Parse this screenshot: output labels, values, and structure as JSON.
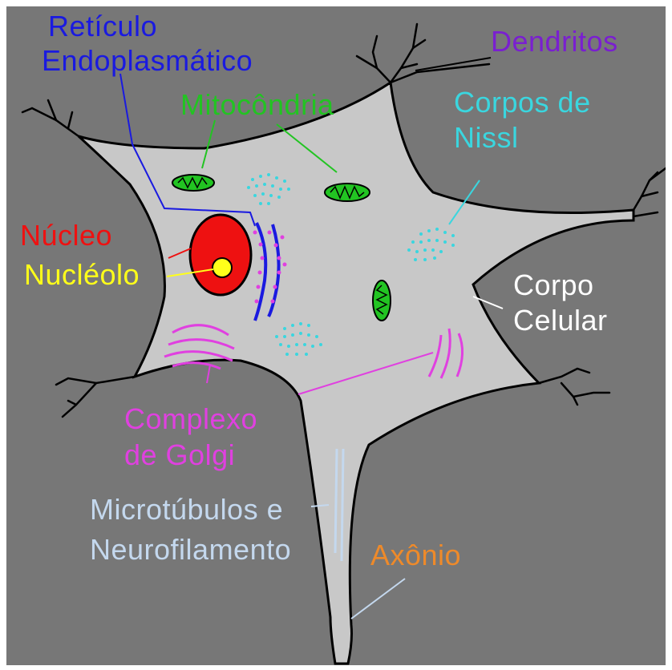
{
  "colors": {
    "background": "#777777",
    "cell_body": "#c8c8c8",
    "outline": "#000000",
    "reticulo": "#1a1ae0",
    "mitocondria": "#22c422",
    "dendritos": "#7a1fd0",
    "nissl": "#3ad6df",
    "nucleo": "#ee1111",
    "nucleolo": "#ffff1a",
    "corpo_celular": "#ffffff",
    "golgi": "#e040e0",
    "microtubulos": "#c4d8ee",
    "axonio": "#ee8a2a"
  },
  "labels": {
    "reticulo_1": "Retículo",
    "reticulo_2": "Endoplasmático",
    "mitocondria": "Mitocôndria",
    "dendritos": "Dendritos",
    "nissl_1": "Corpos de",
    "nissl_2": "Nissl",
    "nucleo": "Núcleo",
    "nucleolo": "Nucléolo",
    "corpo_1": "Corpo",
    "corpo_2": "Celular",
    "golgi_1": "Complexo",
    "golgi_2": "de Golgi",
    "micro_1": "Microtúbulos e",
    "micro_2": "Neurofilamento",
    "axonio": "Axônio"
  }
}
